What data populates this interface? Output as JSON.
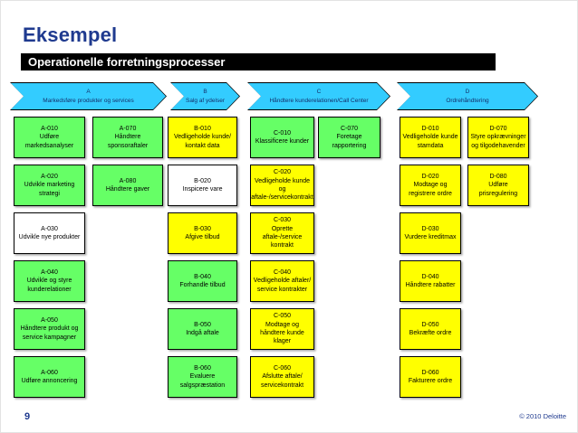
{
  "slide": {
    "title": "Eksempel",
    "subtitle": "Operationelle forretningsprocesser",
    "page_number": "9",
    "copyright": "© 2010 Deloitte"
  },
  "colors": {
    "accent_blue": "#1F3A8F",
    "arrow_cyan": "#33CCFF",
    "box_green": "#66FF66",
    "box_yellow": "#FFFF00",
    "box_white": "#FFFFFF"
  },
  "process_groups": [
    {
      "id": "A",
      "arrow_label": "A",
      "arrow_title": "Markedsføre produkter og services",
      "columns": [
        {
          "boxes": [
            {
              "id": "A-010",
              "label": "Udføre markedsanalyser",
              "color": "green"
            },
            {
              "id": "A-020",
              "label": "Udvikle marketing strategi",
              "color": "green"
            },
            {
              "id": "A-030",
              "label": "Udvikle nye produkter",
              "color": "white"
            },
            {
              "id": "A-040",
              "label": "Udvikle og styre kunderelationer",
              "color": "green"
            },
            {
              "id": "A-050",
              "label": "Håndtere produkt og service kampagner",
              "color": "green"
            },
            {
              "id": "A-060",
              "label": "Udføre annoncering",
              "color": "green"
            }
          ]
        },
        {
          "boxes": [
            {
              "id": "A-070",
              "label": "Håndtere sponsoraftaler",
              "color": "green"
            },
            {
              "id": "A-080",
              "label": "Håndtere gaver",
              "color": "green"
            }
          ]
        }
      ]
    },
    {
      "id": "B",
      "arrow_label": "B",
      "arrow_title": "Salg af ydelser",
      "columns": [
        {
          "boxes": [
            {
              "id": "B-010",
              "label": "Vedligeholde kunde/ kontakt data",
              "color": "yellow"
            },
            {
              "id": "B-020",
              "label": "Inspicere vare",
              "color": "white"
            },
            {
              "id": "B-030",
              "label": "Afgive tilbud",
              "color": "yellow"
            },
            {
              "id": "B-040",
              "label": "Forhandle tilbud",
              "color": "green"
            },
            {
              "id": "B-050",
              "label": "Indgå aftale",
              "color": "green"
            },
            {
              "id": "B-060",
              "label": "Evaluere salgspræstation",
              "color": "green"
            }
          ]
        }
      ]
    },
    {
      "id": "C",
      "arrow_label": "C",
      "arrow_title": "Håndtere kunderelationen/Call Center",
      "columns": [
        {
          "boxes": [
            {
              "id": "C-010",
              "label": "Klassificere kunder",
              "color": "green"
            },
            {
              "id": "C-020",
              "label": "Vedligeholde kunde og aftale-/servicekontrakt",
              "color": "yellow"
            },
            {
              "id": "C-030",
              "label": "Oprette aftale-/service kontrakt",
              "color": "yellow"
            },
            {
              "id": "C-040",
              "label": "Vedligeholde aftaler/ service kontrakter",
              "color": "yellow"
            },
            {
              "id": "C-050",
              "label": "Modtage og håndtere kunde klager",
              "color": "yellow"
            },
            {
              "id": "C-060",
              "label": "Afslutte aftale/ servicekontrakt",
              "color": "yellow"
            }
          ]
        },
        {
          "boxes": [
            {
              "id": "C-070",
              "label": "Foretage rapportering",
              "color": "green"
            }
          ]
        }
      ]
    },
    {
      "id": "D",
      "arrow_label": "D",
      "arrow_title": "Ordrehåndtering",
      "columns": [
        {
          "boxes": [
            {
              "id": "D-010",
              "label": "Vedligeholde kunde stamdata",
              "color": "yellow"
            },
            {
              "id": "D-020",
              "label": "Modtage og registrere ordre",
              "color": "yellow"
            },
            {
              "id": "D-030",
              "label": "Vurdere kreditmax",
              "color": "yellow"
            },
            {
              "id": "D-040",
              "label": "Håndtere rabatter",
              "color": "yellow"
            },
            {
              "id": "D-050",
              "label": "Bekræfte ordre",
              "color": "yellow"
            },
            {
              "id": "D-060",
              "label": "Fakturere ordre",
              "color": "yellow"
            }
          ]
        },
        {
          "boxes": [
            {
              "id": "D-070",
              "label": "Styre opkrævninger og tilgodehavender",
              "color": "yellow"
            },
            {
              "id": "D-080",
              "label": "Udføre prisregulering",
              "color": "yellow"
            }
          ]
        }
      ]
    }
  ]
}
